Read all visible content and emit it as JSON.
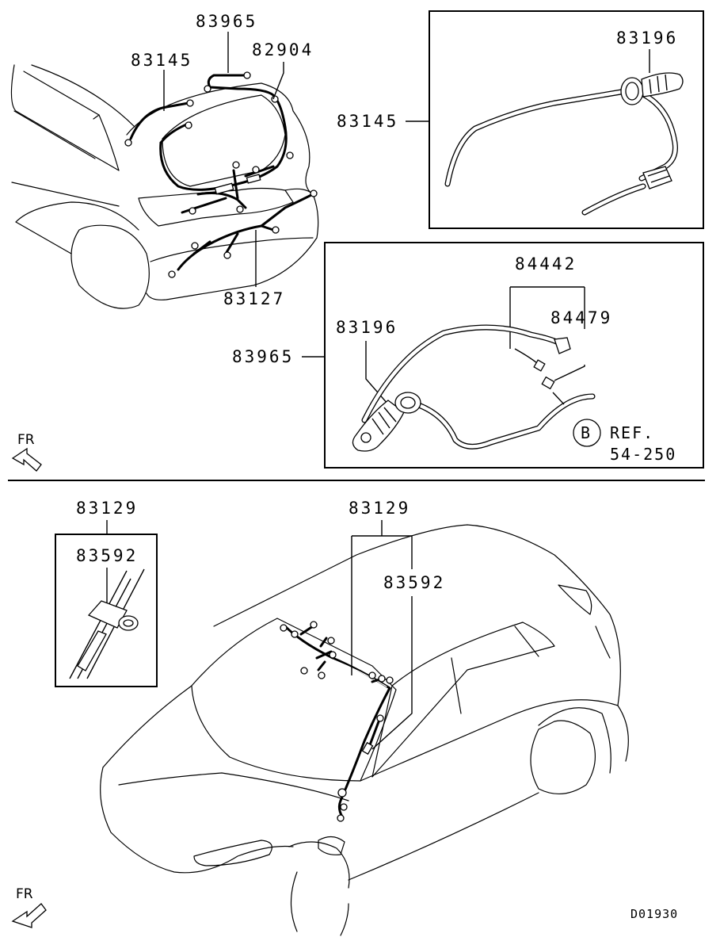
{
  "labels": {
    "top_harness_83145": "83145",
    "top_harness_83965": "83965",
    "top_harness_82904": "82904",
    "top_harness_83127": "83127",
    "inset1_callout": "83145",
    "inset1_part": "83196",
    "inset2_callout": "83965",
    "inset2_part_84442": "84442",
    "inset2_part_84479": "84479",
    "inset2_part_83196": "83196",
    "inset2_ref_letter": "B",
    "inset2_ref_line1": "REF.",
    "inset2_ref_line2": "54-250",
    "bottom_left_group": "83129",
    "bottom_left_part": "83592",
    "bottom_main_group": "83129",
    "bottom_main_part": "83592",
    "fr_top": "FR",
    "fr_bottom": "FR",
    "drawing_code": "D01930"
  },
  "icons": {
    "front_arrow": "fr-arrow-icon",
    "reference_circle": "circle-letter-icon"
  },
  "colors": {
    "ink": "#000000",
    "paper": "#ffffff"
  }
}
